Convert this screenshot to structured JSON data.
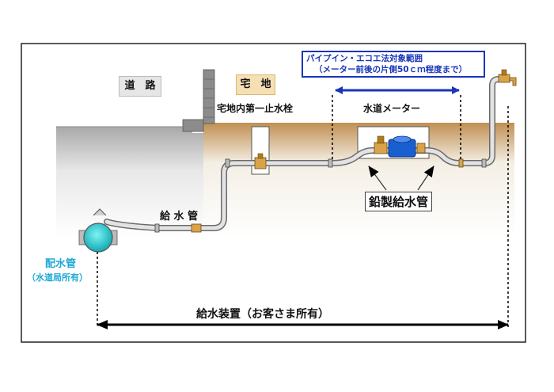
{
  "labels": {
    "road": "道　路",
    "house_land": "宅　地",
    "first_stop_valve": "宅地内第一止水栓",
    "water_meter": "水道メーター",
    "supply_pipe": "給 水 管",
    "lead_pipe": "鉛製給水管",
    "distribution_main": "配水管",
    "distribution_main_owner": "（水道局所有）",
    "supply_device": "給水装置（お客さま所有）"
  },
  "callout": {
    "line1": "パイプイン・エコエ法対象範囲",
    "line2": "（メーター前後の片側50ｃｍ程度まで）"
  },
  "colors": {
    "soil": "#c9a36b",
    "road": "#bdbdbd",
    "pipe": "#c8c8c8",
    "main_pipe": "#17c3c9",
    "callout_border": "#1a35b8",
    "callout_text": "#1a35b8",
    "arrow_blue": "#1a35b8",
    "main_label": "#1fa8d6",
    "road_label_bg": "#e6e6e6",
    "house_label_bg": "#f6dfb3"
  }
}
